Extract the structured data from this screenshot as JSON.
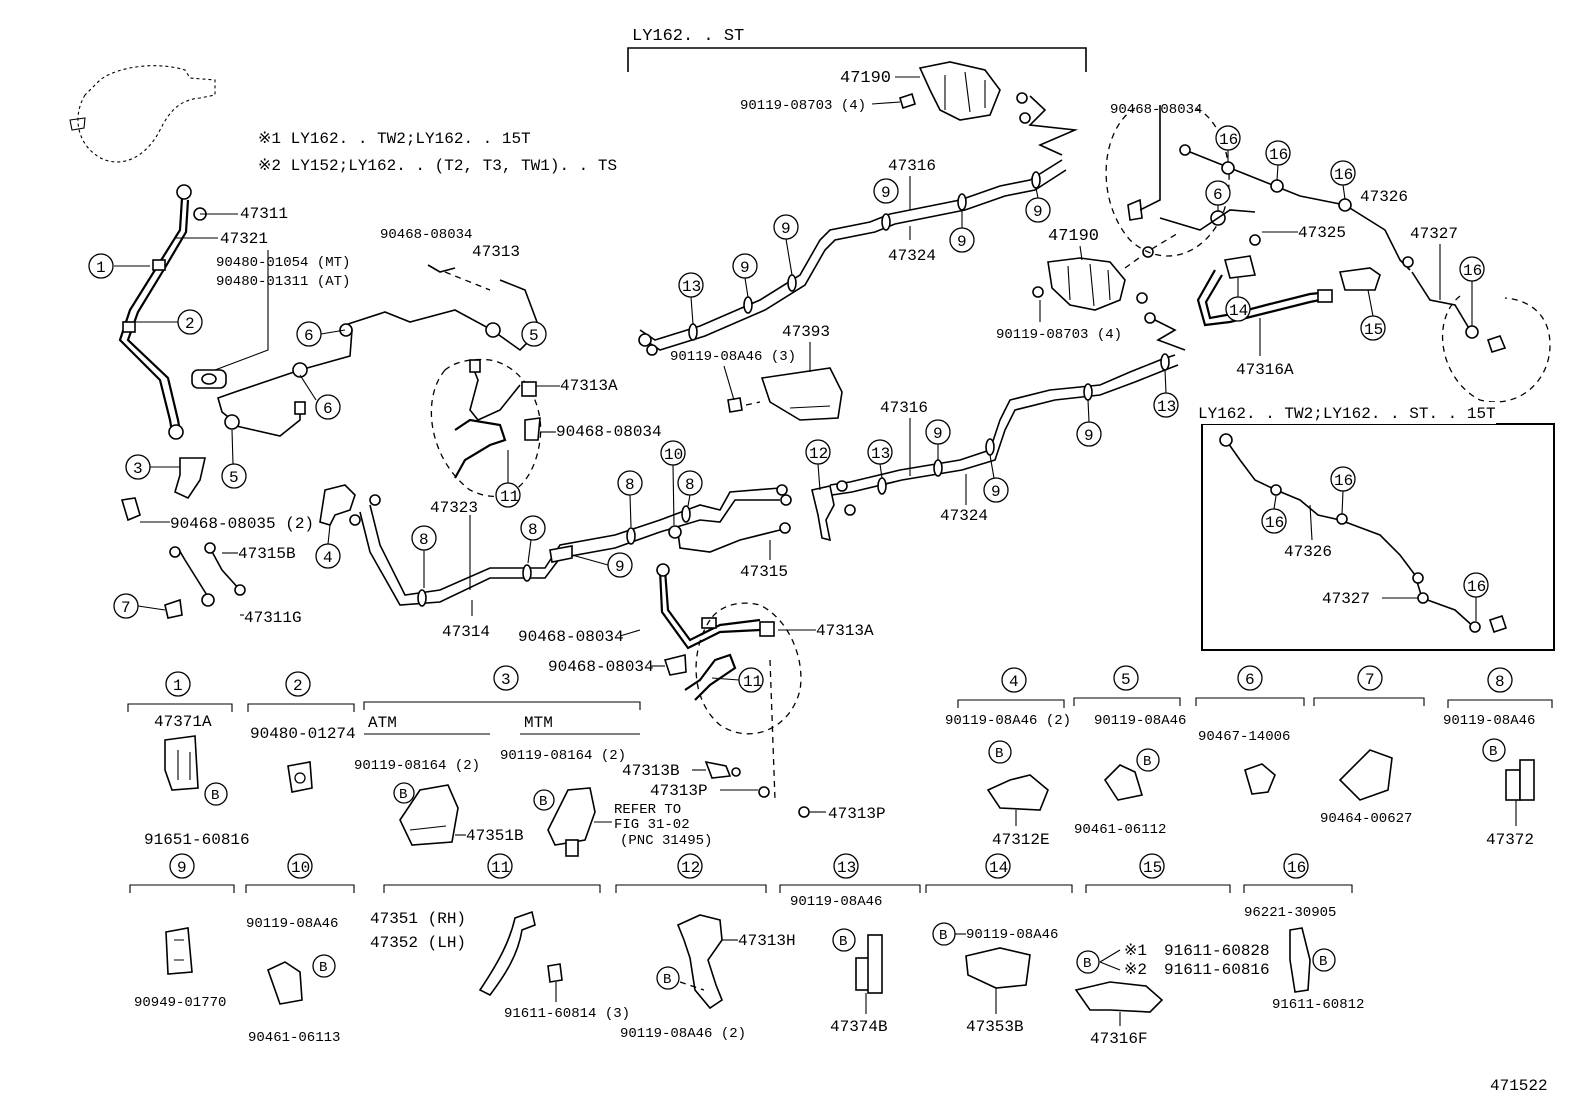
{
  "header": {
    "variant_bracket_label": "LY162. . ST",
    "note1": "※1 LY162. . TW2;LY162. . 15T",
    "note2": "※2 LY152;LY162. . (T2, T3, TW1). . TS",
    "inset_title": "LY162. . TW2;LY162. . ST. . 15T",
    "figure_id": "471522"
  },
  "callouts": [
    {
      "id": "c-47311",
      "text": "47311"
    },
    {
      "id": "c-47321",
      "text": "47321"
    },
    {
      "id": "c-9048001054",
      "text": "90480-01054 (MT)"
    },
    {
      "id": "c-9048001311",
      "text": "90480-01311 (AT)"
    },
    {
      "id": "c-9046808034-a",
      "text": "90468-08034"
    },
    {
      "id": "c-47313",
      "text": "47313"
    },
    {
      "id": "c-47313A-a",
      "text": "47313A"
    },
    {
      "id": "c-9046808034-b",
      "text": "90468-08034"
    },
    {
      "id": "c-9046808035",
      "text": "90468-08035 (2)"
    },
    {
      "id": "c-47315B",
      "text": "47315B"
    },
    {
      "id": "c-47311G",
      "text": "47311G"
    },
    {
      "id": "c-47323",
      "text": "47323"
    },
    {
      "id": "c-47314",
      "text": "47314"
    },
    {
      "id": "c-47315",
      "text": "47315"
    },
    {
      "id": "c-9046808034-c",
      "text": "90468-08034"
    },
    {
      "id": "c-47313A-b",
      "text": "47313A"
    },
    {
      "id": "c-9046808034-d",
      "text": "90468-08034"
    },
    {
      "id": "c-47190-a",
      "text": "47190"
    },
    {
      "id": "c-9011908703-a",
      "text": "90119-08703 (4)"
    },
    {
      "id": "c-47316-a",
      "text": "47316"
    },
    {
      "id": "c-47324-a",
      "text": "47324"
    },
    {
      "id": "c-47393",
      "text": "47393"
    },
    {
      "id": "c-9011908A46-3",
      "text": "90119-08A46 (3)"
    },
    {
      "id": "c-47316-b",
      "text": "47316"
    },
    {
      "id": "c-47324-b",
      "text": "47324"
    },
    {
      "id": "c-9046808034-e",
      "text": "90468-08034"
    },
    {
      "id": "c-47190-b",
      "text": "47190"
    },
    {
      "id": "c-9011908703-b",
      "text": "90119-08703 (4)"
    },
    {
      "id": "c-47325",
      "text": "47325"
    },
    {
      "id": "c-47326-a",
      "text": "47326"
    },
    {
      "id": "c-47327-a",
      "text": "47327"
    },
    {
      "id": "c-47316A",
      "text": "47316A"
    },
    {
      "id": "c-47326-b",
      "text": "47326"
    },
    {
      "id": "c-47327-b",
      "text": "47327"
    },
    {
      "id": "c-47313B",
      "text": "47313B"
    },
    {
      "id": "c-47313P-a",
      "text": "47313P"
    },
    {
      "id": "c-47313P-b",
      "text": "47313P"
    }
  ],
  "legend": [
    {
      "num": "1",
      "parts": [
        "47371A",
        "91651-60816"
      ]
    },
    {
      "num": "2",
      "parts": [
        "90480-01274"
      ]
    },
    {
      "num": "3",
      "sub": [
        "ATM",
        "MTM"
      ],
      "parts": [
        "90119-08164 (2)",
        "90119-08164 (2)",
        "47351B",
        "REFER TO",
        "FIG 31-02",
        "(PNC 31495)"
      ]
    },
    {
      "num": "4",
      "parts": [
        "90119-08A46 (2)",
        "47312E"
      ]
    },
    {
      "num": "5",
      "parts": [
        "90119-08A46",
        "90461-06112"
      ]
    },
    {
      "num": "6",
      "parts": [
        "90467-14006"
      ]
    },
    {
      "num": "7",
      "parts": [
        "90464-00627"
      ]
    },
    {
      "num": "8",
      "parts": [
        "90119-08A46",
        "47372"
      ]
    },
    {
      "num": "9",
      "parts": [
        "90949-01770"
      ]
    },
    {
      "num": "10",
      "parts": [
        "90119-08A46",
        "90461-06113"
      ]
    },
    {
      "num": "11",
      "parts": [
        "47351 (RH)",
        "47352 (LH)",
        "91611-60814 (3)"
      ]
    },
    {
      "num": "12",
      "parts": [
        "47313H",
        "90119-08A46 (2)"
      ]
    },
    {
      "num": "13",
      "parts": [
        "90119-08A46",
        "47374B"
      ]
    },
    {
      "num": "14",
      "parts": [
        "90119-08A46",
        "47353B"
      ]
    },
    {
      "num": "15",
      "parts": [
        "※1",
        "91611-60828",
        "※2",
        "91611-60816",
        "47316F"
      ]
    },
    {
      "num": "16",
      "parts": [
        "96221-30905",
        "91611-60812"
      ]
    }
  ],
  "badge_letter": "B"
}
